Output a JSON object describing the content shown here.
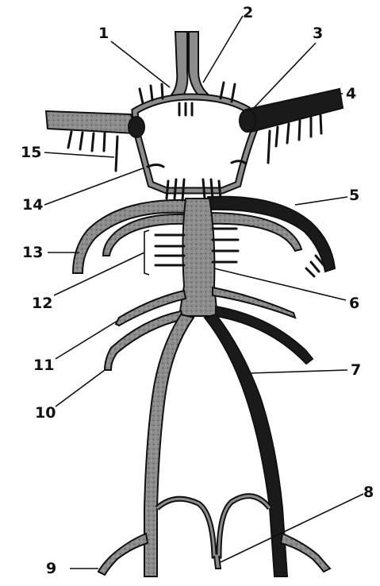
{
  "diagram": {
    "labels": [
      "1",
      "2",
      "3",
      "4",
      "5",
      "6",
      "7",
      "8",
      "9",
      "10",
      "11",
      "12",
      "13",
      "14",
      "15"
    ]
  },
  "colors": {
    "vessel_fill": "#8c8c8c",
    "vessel_dark": "#1a1a1a",
    "outline": "#111111",
    "background": "#ffffff"
  }
}
